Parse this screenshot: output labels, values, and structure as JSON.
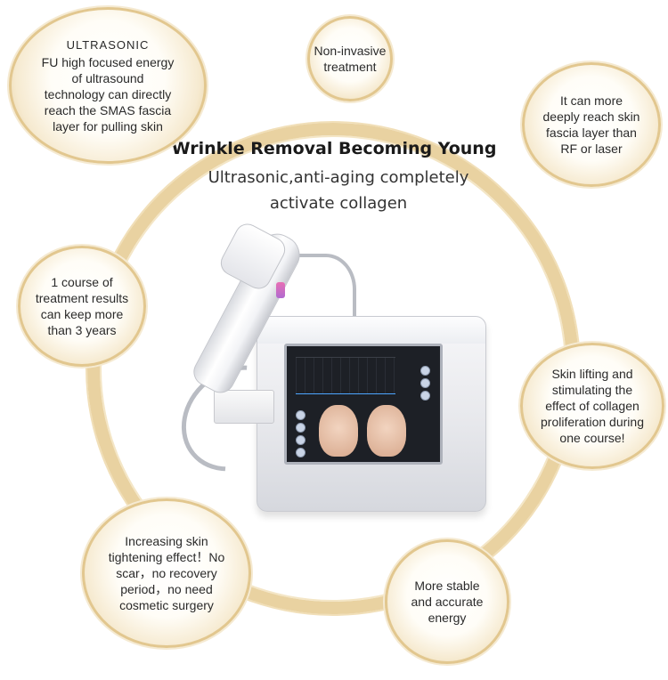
{
  "headline": "Wrinkle Removal Becoming Young",
  "subline": "Ultrasonic,anti-aging completely activate collagen",
  "badges": {
    "ultrasonic": {
      "heading": "ULTRASONIC",
      "text": "FU high focused energy of ultrasound technology can directly reach the SMAS fascia layer for pulling skin"
    },
    "non_invasive": "Non-invasive treatment",
    "deep_reach": "It can more deeply reach skin fascia layer than RF or laser",
    "course": "1 course of treatment results can keep more than 3 years",
    "lifting": "Skin lifting and stimulating the effect of collagen proliferation during one course!",
    "tightening": "Increasing skin tightening effect！No scar，no recovery period，no need cosmetic surgery",
    "stable": "More stable and accurate energy"
  },
  "colors": {
    "ring": "#e9d2a1",
    "badge_edge": "#e2c78f",
    "text": "#2a2a2a"
  },
  "device_icon": "ultrasound-hifu-machine"
}
